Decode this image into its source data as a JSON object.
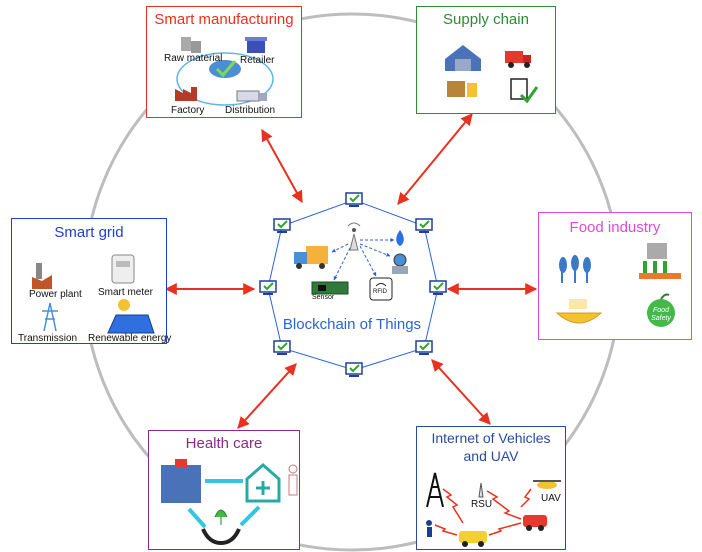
{
  "center": {
    "title": "Blockchain of Things",
    "sensor_label": "Sensor",
    "rfid_label": "RFID"
  },
  "sections": {
    "smart_manufacturing": {
      "title": "Smart manufacturing",
      "color": "#e8321f",
      "labels": [
        "Raw material",
        "Retailer",
        "Factory",
        "Distribution"
      ]
    },
    "supply_chain": {
      "title": "Supply chain",
      "color": "#2e8a36"
    },
    "smart_grid": {
      "title": "Smart grid",
      "color": "#1f3fd0",
      "labels": [
        "Power plant",
        "Smart meter",
        "Transmission",
        "Renewable energy"
      ]
    },
    "food_industry": {
      "title": "Food industry",
      "color": "#e04ad8",
      "safety_label": "Food Safety"
    },
    "health_care": {
      "title": "Health care",
      "color": "#8b2a8c"
    },
    "internet_of_vehicles": {
      "title": "Internet of Vehicles and UAV",
      "title_lines": [
        "Internet of Vehicles",
        "and UAV"
      ],
      "color": "#2a4aa0",
      "labels": [
        "RSU",
        "UAV"
      ]
    }
  },
  "colors": {
    "ring": "#bdbdbd",
    "arrow": "#e8321f",
    "network": "#2a63d8",
    "node_check": "#2fa52f"
  }
}
